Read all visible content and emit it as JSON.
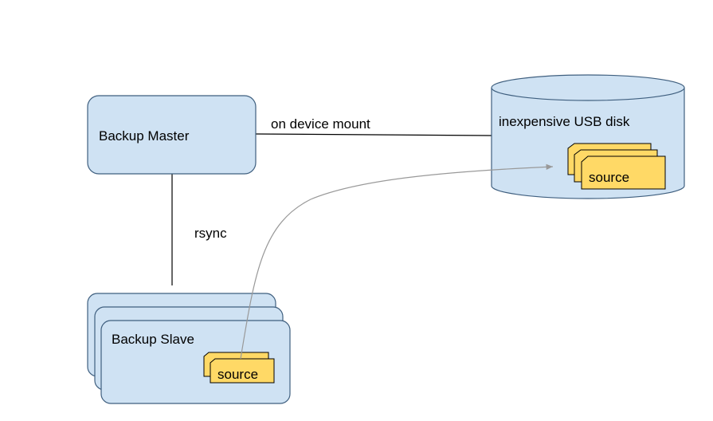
{
  "diagram": {
    "master_label": "Backup Master",
    "disk_label": "inexpensive USB disk",
    "slave_label": "Backup Slave",
    "mount_edge_label": "on device mount",
    "rsync_edge_label": "rsync",
    "disk_source_label": "source",
    "slave_source_label": "source"
  },
  "colors": {
    "box_fill": "#cfe2f3",
    "box_stroke": "#3f5f7f",
    "folder_fill": "#ffd966",
    "folder_stroke": "#000000",
    "line": "#000000",
    "arrow": "#999999"
  }
}
